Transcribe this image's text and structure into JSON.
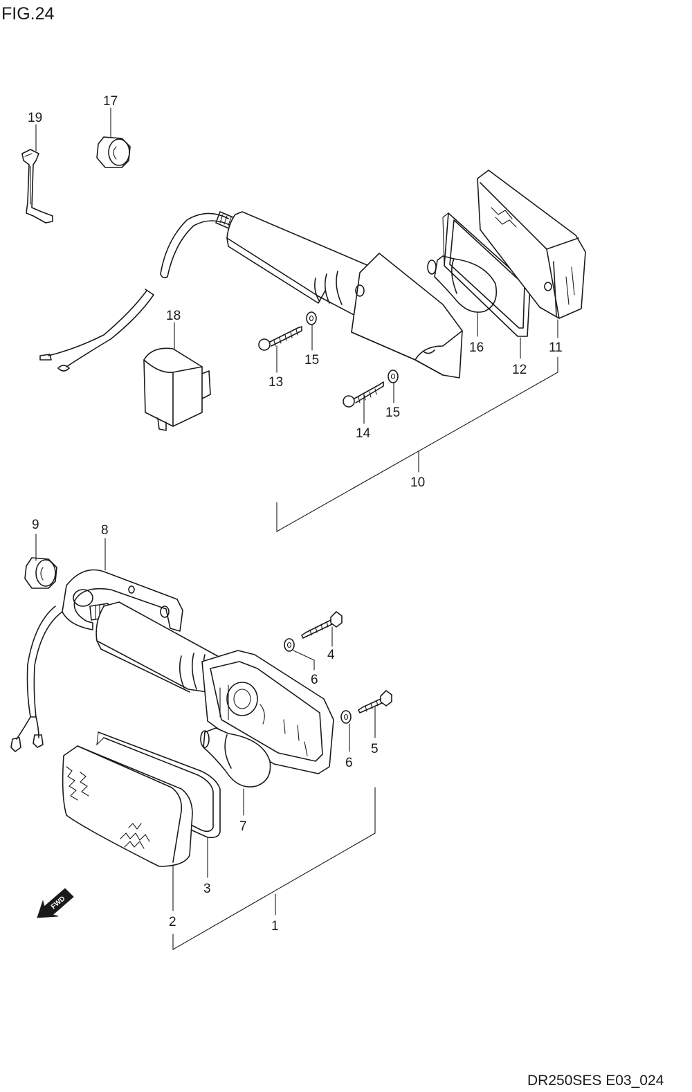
{
  "figure": {
    "title": "FIG.24",
    "code": "DR250SES E03_024",
    "fwd_label": "FWD"
  },
  "callouts": {
    "c1": "1",
    "c2": "2",
    "c3": "3",
    "c4": "4",
    "c5": "5",
    "c6a": "6",
    "c6b": "6",
    "c7": "7",
    "c8": "8",
    "c9": "9",
    "c10": "10",
    "c11": "11",
    "c12": "12",
    "c13": "13",
    "c14": "14",
    "c15a": "15",
    "c15b": "15",
    "c16": "16",
    "c17": "17",
    "c18": "18",
    "c19": "19"
  }
}
